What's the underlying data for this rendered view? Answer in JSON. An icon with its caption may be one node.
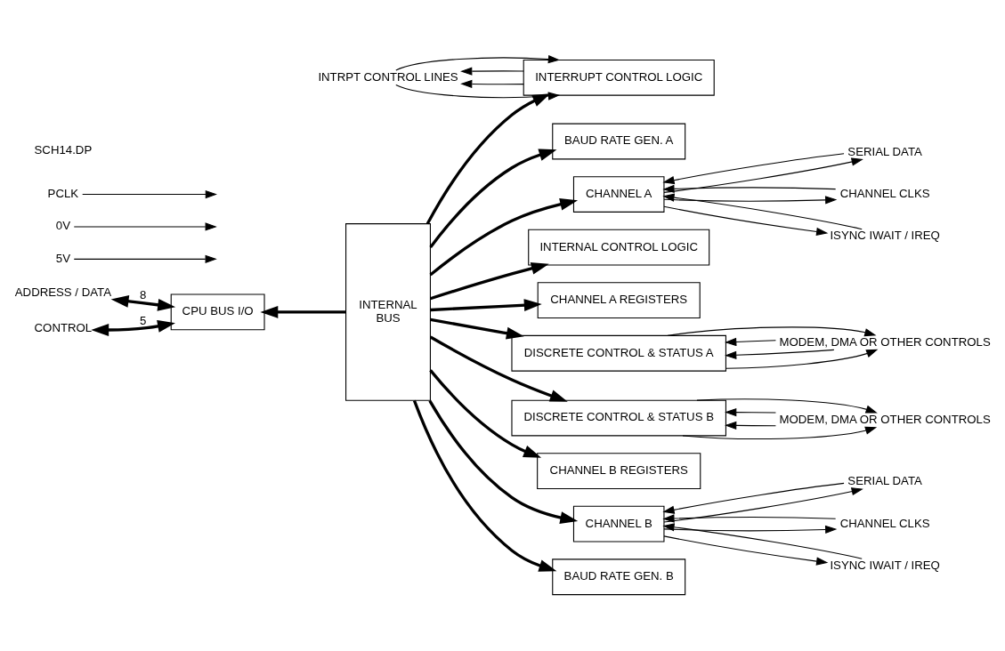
{
  "diagram": {
    "nodes": [
      {
        "text": [
          "BAUD RATE GEN. A"
        ]
      },
      {
        "text": [
          "CHANNEL A"
        ]
      },
      {
        "text": [
          "SERIAL DATA"
        ]
      },
      {
        "text": [
          "CHANNEL CLKS"
        ]
      },
      {
        "text": [
          "ISYNC IWAIT / IREQ"
        ]
      },
      {
        "text": [
          "INTERNAL CONTROL LOGIC"
        ]
      },
      {
        "text": [
          "CHANNEL A REGISTERS"
        ]
      },
      {
        "text": [
          "ADDRESS / DATA"
        ]
      },
      {
        "text": [
          "CPU BUS I/O"
        ]
      },
      {
        "text": [
          "INTERNAL",
          "BUS"
        ]
      },
      {
        "text": [
          "DISCRETE CONTROL & STATUS A"
        ]
      },
      {
        "text": [
          "MODEM, DMA OR OTHER CONTROLS"
        ]
      },
      {
        "text": [
          "CONTROL"
        ]
      },
      {
        "text": [
          "DISCRETE CONTROL & STATUS B"
        ]
      },
      {
        "text": [
          "MODEM, DMA OR OTHER CONTROLS"
        ]
      },
      {
        "text": [
          "5V"
        ]
      },
      {
        "text": [
          "0V"
        ]
      },
      {
        "text": [
          "PCLK"
        ]
      },
      {
        "text": [
          "INTRPT CONTROL LINES"
        ]
      },
      {
        "text": [
          "INTERRUPT CONTROL LOGIC"
        ]
      },
      {
        "text": [
          "CHANNEL B REGISTERS"
        ]
      },
      {
        "text": [
          "CHANNEL B"
        ]
      },
      {
        "text": [
          "SERIAL DATA"
        ]
      },
      {
        "text": [
          "CHANNEL CLKS"
        ]
      },
      {
        "text": [
          "ISYNC IWAIT / IREQ"
        ]
      },
      {
        "text": [
          "BAUD RATE GEN. B"
        ]
      }
    ],
    "edges": [
      {
        "from": 9,
        "to": 0,
        "arrow": "to",
        "style": "thick"
      },
      {
        "from": 9,
        "to": 1,
        "arrow": "to",
        "style": "thick"
      },
      {
        "from": 9,
        "to": 5,
        "arrow": "to",
        "style": "thick"
      },
      {
        "from": 9,
        "to": 6,
        "arrow": "to",
        "style": "thick"
      },
      {
        "from": 9,
        "to": 8,
        "arrow": "to",
        "style": "thick"
      },
      {
        "from": 9,
        "to": 10,
        "arrow": "to",
        "style": "thick"
      },
      {
        "from": 9,
        "to": 13,
        "arrow": "to",
        "style": "thick"
      },
      {
        "from": 9,
        "to": 19,
        "arrow": "to",
        "style": "thick"
      },
      {
        "from": 9,
        "to": 20,
        "arrow": "to",
        "style": "thick"
      },
      {
        "from": 9,
        "to": 21,
        "arrow": "to",
        "style": "thick"
      },
      {
        "from": 9,
        "to": 25,
        "arrow": "to",
        "style": "thick"
      },
      {
        "from": 7,
        "to": 8,
        "arrow": "both",
        "label": "8",
        "style": "thick"
      },
      {
        "from": 12,
        "to": 8,
        "arrow": "both",
        "label": "5",
        "style": "thick"
      },
      {
        "from": 1,
        "to": 2,
        "arrow": "to"
      },
      {
        "from": 2,
        "to": 1,
        "arrow": "to"
      },
      {
        "from": 3,
        "to": 1,
        "arrow": "to"
      },
      {
        "from": 1,
        "to": 3,
        "arrow": "to"
      },
      {
        "from": 4,
        "to": 1,
        "arrow": "to"
      },
      {
        "from": 1,
        "to": 4,
        "arrow": "to"
      },
      {
        "from": 11,
        "to": 10,
        "arrow": "to"
      },
      {
        "from": 11,
        "to": 10,
        "arrow": "to"
      },
      {
        "from": 10,
        "to": 11,
        "arrow": "to"
      },
      {
        "from": 10,
        "to": 11,
        "arrow": "to"
      },
      {
        "from": 14,
        "to": 13,
        "arrow": "to"
      },
      {
        "from": 14,
        "to": 13,
        "arrow": "to"
      },
      {
        "from": 13,
        "to": 14,
        "arrow": "to"
      },
      {
        "from": 13,
        "to": 14,
        "arrow": "to"
      },
      {
        "from": 21,
        "to": 22,
        "arrow": "to"
      },
      {
        "from": 22,
        "to": 21,
        "arrow": "to"
      },
      {
        "from": 23,
        "to": 21,
        "arrow": "to"
      },
      {
        "from": 21,
        "to": 23,
        "arrow": "to"
      },
      {
        "from": 24,
        "to": 21,
        "arrow": "to"
      },
      {
        "from": 21,
        "to": 24,
        "arrow": "to"
      },
      {
        "from": 15,
        "to": null,
        "arrow": "to"
      },
      {
        "from": 16,
        "to": null,
        "arrow": "to"
      },
      {
        "from": 17,
        "to": null,
        "arrow": "to"
      },
      {
        "from": 19,
        "to": 18,
        "arrow": "to"
      },
      {
        "from": 18,
        "to": 19,
        "arrow": "to"
      },
      {
        "from": 19,
        "to": 18,
        "arrow": "to"
      },
      {
        "from": 18,
        "to": 19,
        "arrow": "to"
      }
    ],
    "labels": [
      "SCH14.DP"
    ]
  }
}
